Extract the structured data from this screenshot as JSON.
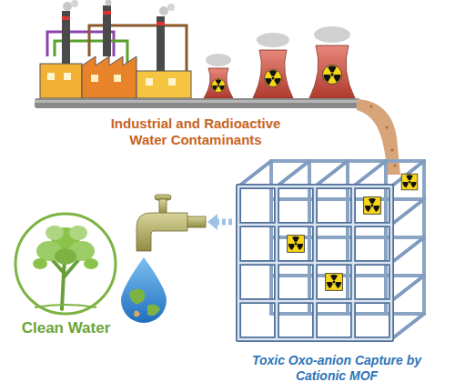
{
  "diagram": {
    "labels": [
      "Industrial and Radioactive Water Contaminants",
      "Toxic Oxo-anion Capture by Cationic MOF",
      "Clean Water"
    ]
  }
}
